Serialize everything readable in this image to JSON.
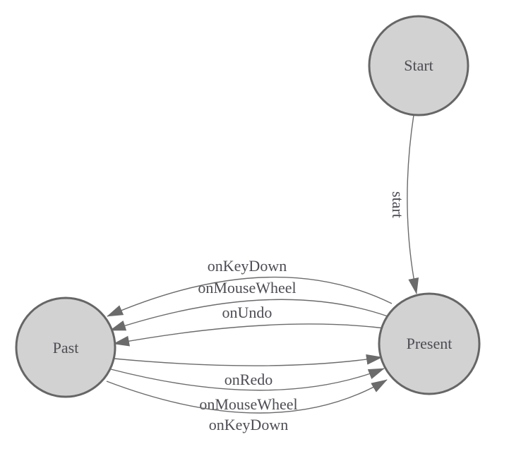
{
  "diagram": {
    "kind": "state-machine",
    "background_color": "#ffffff",
    "node_fill_color": "#d2d2d2",
    "node_border_color": "#666666",
    "edge_color": "#6b6b6b",
    "text_color": "#4c4c54",
    "nodes": [
      {
        "id": "start",
        "label": "Start"
      },
      {
        "id": "present",
        "label": "Present"
      },
      {
        "id": "past",
        "label": "Past"
      }
    ],
    "edges": [
      {
        "from": "start",
        "to": "present",
        "label": "start"
      },
      {
        "from": "present",
        "to": "past",
        "label": "onKeyDown"
      },
      {
        "from": "present",
        "to": "past",
        "label": "onMouseWheel"
      },
      {
        "from": "present",
        "to": "past",
        "label": "onUndo"
      },
      {
        "from": "past",
        "to": "present",
        "label": "onRedo"
      },
      {
        "from": "past",
        "to": "present",
        "label": "onMouseWheel"
      },
      {
        "from": "past",
        "to": "present",
        "label": "onKeyDown"
      }
    ]
  }
}
